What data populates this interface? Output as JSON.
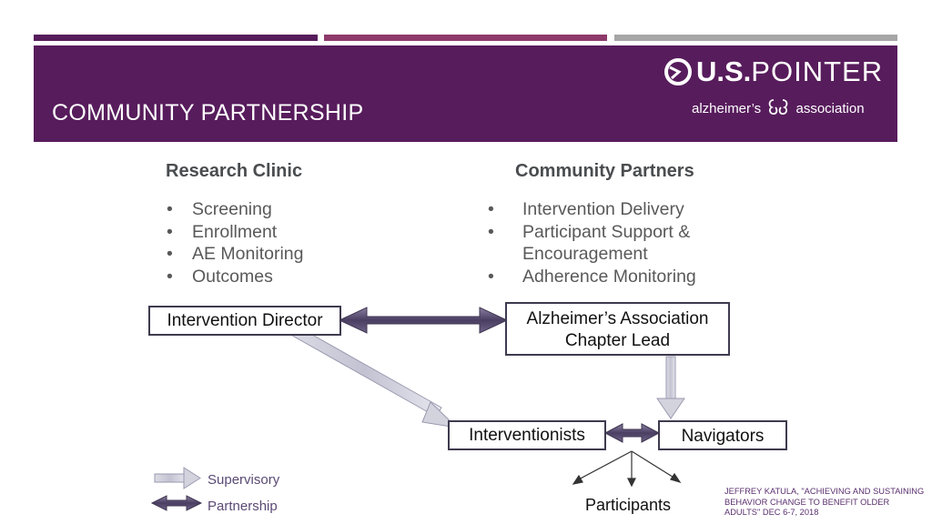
{
  "colors": {
    "purple": "#571c5c",
    "bar_purple": "#571c5c",
    "bar_magenta": "#8e3a6b",
    "bar_gray": "#a6a6a6",
    "arrow_dark": "#5b4f72",
    "arrow_light": "#c9c9d6"
  },
  "header": {
    "title": "COMMUNITY PARTNERSHIP",
    "logo_main_bold": "U.S.",
    "logo_main_thin": "POINTER",
    "logo_sub_left": "alzheimer’s",
    "logo_sub_right": "association",
    "logo_icon": "pointer-swirl-icon"
  },
  "research_clinic": {
    "heading": "Research Clinic",
    "items": [
      "Screening",
      "Enrollment",
      "AE Monitoring",
      "Outcomes"
    ]
  },
  "community_partners": {
    "heading": "Community Partners",
    "items": [
      "Intervention Delivery",
      "Participant Support &",
      "Encouragement",
      "Adherence Monitoring"
    ]
  },
  "bullet": "•",
  "boxes": {
    "intervention_director": "Intervention Director",
    "alz_line1": "Alzheimer’s Association",
    "alz_line2": "Chapter Lead",
    "interventionists": "Interventionists",
    "navigators": "Navigators"
  },
  "participants": "Participants",
  "legend": {
    "supervisory": "Supervisory",
    "partnership": "Partnership"
  },
  "citation": "JEFFREY KATULA, \"ACHIEVING AND SUSTAINING BEHAVIOR CHANGE TO BENEFIT OLDER ADULTS\" DEC 6-7, 2018"
}
